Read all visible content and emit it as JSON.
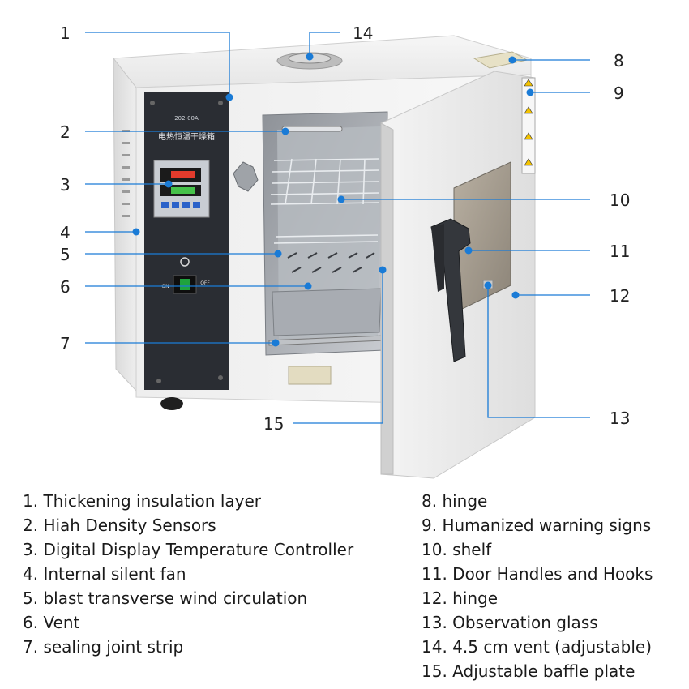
{
  "callouts": [
    {
      "id": "1",
      "label": "1"
    },
    {
      "id": "2",
      "label": "2"
    },
    {
      "id": "3",
      "label": "3"
    },
    {
      "id": "4",
      "label": "4"
    },
    {
      "id": "5",
      "label": "5"
    },
    {
      "id": "6",
      "label": "6"
    },
    {
      "id": "7",
      "label": "7"
    },
    {
      "id": "8",
      "label": "8"
    },
    {
      "id": "9",
      "label": "9"
    },
    {
      "id": "10",
      "label": "10"
    },
    {
      "id": "11",
      "label": "11"
    },
    {
      "id": "12",
      "label": "12"
    },
    {
      "id": "13",
      "label": "13"
    },
    {
      "id": "14",
      "label": "14"
    },
    {
      "id": "15",
      "label": "15"
    }
  ],
  "panel": {
    "model": "202-00A",
    "name_cn": "电热恒温干燥箱",
    "on": "ON",
    "off": "OFF"
  },
  "legend_left": [
    "1. Thickening insulation layer",
    "2. Hiah Density Sensors",
    "3. Digital Display Temperature Controller",
    "4. Internal silent fan",
    "5. blast transverse wind circulation",
    "6. Vent",
    "7. sealing joint strip"
  ],
  "legend_right": [
    "8. hinge",
    "9. Humanized warning signs",
    "10. shelf",
    "11. Door Handles and Hooks",
    "12. hinge",
    "13. Observation glass",
    "14. 4.5 cm vent (adjustable)",
    "15. Adjustable baffle plate"
  ],
  "colors": {
    "leader": "#1a7bd6",
    "cabinet": "#ececec",
    "panel": "#2a2d33"
  }
}
